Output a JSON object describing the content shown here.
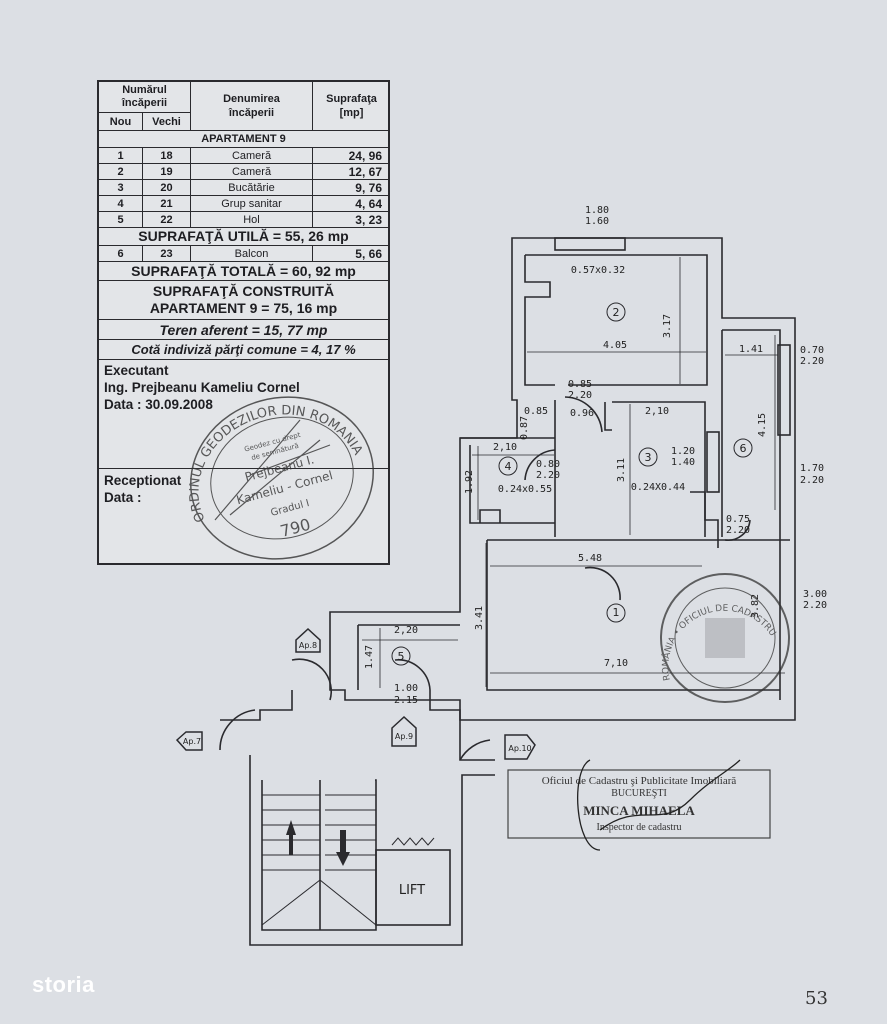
{
  "table": {
    "header": {
      "numar": "Numărul încăperii",
      "nou": "Nou",
      "vechi": "Vechi",
      "denumire": "Denumirea încăperii",
      "suprafata": "Suprafaţa [mp]"
    },
    "section_title": "APARTAMENT 9",
    "rows": [
      {
        "nou": "1",
        "vechi": "18",
        "name": "Cameră",
        "area": "24, 96"
      },
      {
        "nou": "2",
        "vechi": "19",
        "name": "Cameră",
        "area": "12, 67"
      },
      {
        "nou": "3",
        "vechi": "20",
        "name": "Bucătărie",
        "area": "9, 76"
      },
      {
        "nou": "4",
        "vechi": "21",
        "name": "Grup sanitar",
        "area": "4, 64"
      },
      {
        "nou": "5",
        "vechi": "22",
        "name": "Hol",
        "area": "3, 23"
      }
    ],
    "suprafata_utila": "SUPRAFAŢĂ  UTILĂ =  55, 26 mp",
    "balcon": {
      "nou": "6",
      "vechi": "23",
      "name": "Balcon",
      "area": "5, 66"
    },
    "suprafata_totala": "SUPRAFAŢĂ  TOTALĂ = 60, 92 mp",
    "suprafata_construita_1": "SUPRAFAŢĂ CONSTRUITĂ",
    "suprafata_construita_2": "APARTAMENT 9 = 75, 16 mp",
    "teren": "Teren aferent = 15, 77 mp",
    "cota": "Cotă indiviză părţi comune = 4, 17 %",
    "executant_label": "Executant",
    "executant_name": "Ing. Prejbeanu Kameliu Cornel",
    "executant_date": "Data : 30.09.2008",
    "receptionat_label": "Receptionat",
    "receptionat_date": "Data :"
  },
  "stamp_left": {
    "ring": "ORDINUL GEODEZILOR DIN ROMANIA",
    "line1": "Geodez cu drept",
    "line2": "de semnătură",
    "line3": "Prejbeanu I.",
    "line4": "Kameliu - Cornel",
    "line5": "Gradul I",
    "number": "790"
  },
  "stamp_right": {
    "ring": "ROMÂNIA • OFICIUL DE CADASTRU"
  },
  "plan": {
    "top_window": [
      "1.80",
      "1.60"
    ],
    "rooms": [
      "1",
      "2",
      "3",
      "4",
      "5",
      "6"
    ],
    "dims": {
      "r2_niche": "0.57x0.32",
      "r2_w": "4.05",
      "r2_h": "3.17",
      "door_r2": [
        "0.85",
        "2.20"
      ],
      "d085": "0.85",
      "d087": "0.87",
      "d096": "0.96",
      "r3_w": "2,10",
      "r3_h": "3.11",
      "r3_window": [
        "1.20",
        "1.40"
      ],
      "r3_niche": "0.24X0.44",
      "r4_w": "2,10",
      "r4_h": "1.92",
      "door_r4": [
        "0.80",
        "2.20"
      ],
      "r4_niche": "0.24x0.55",
      "r6_w": "1.41",
      "r6_h": "4.15",
      "door_r6": [
        "0.75",
        "2.20"
      ],
      "win_a": [
        "0.70",
        "2.20"
      ],
      "win_b": [
        "1.70",
        "2.20"
      ],
      "win_c": [
        "3.00",
        "2.20"
      ],
      "r1_w1": "5.48",
      "r1_w2": "7,10",
      "r1_h": "3.41",
      "r1_h2": "3.82",
      "r5_w": "2,20",
      "r5_h": "1.47",
      "entry_door": [
        "1.00",
        "2.15"
      ]
    },
    "apartments": [
      "Ap.7",
      "Ap.8",
      "Ap.9",
      "Ap.10"
    ],
    "lift": "LIFT"
  },
  "ocpi_stamp": {
    "line1": "Oficiul de Cadastru şi Publicitate Imobiliară",
    "line2": "BUCUREŞTI",
    "line3": "MINCA MIHAELA",
    "line4": "Inspector de cadastru"
  },
  "page_number": "53",
  "logo": "storia"
}
